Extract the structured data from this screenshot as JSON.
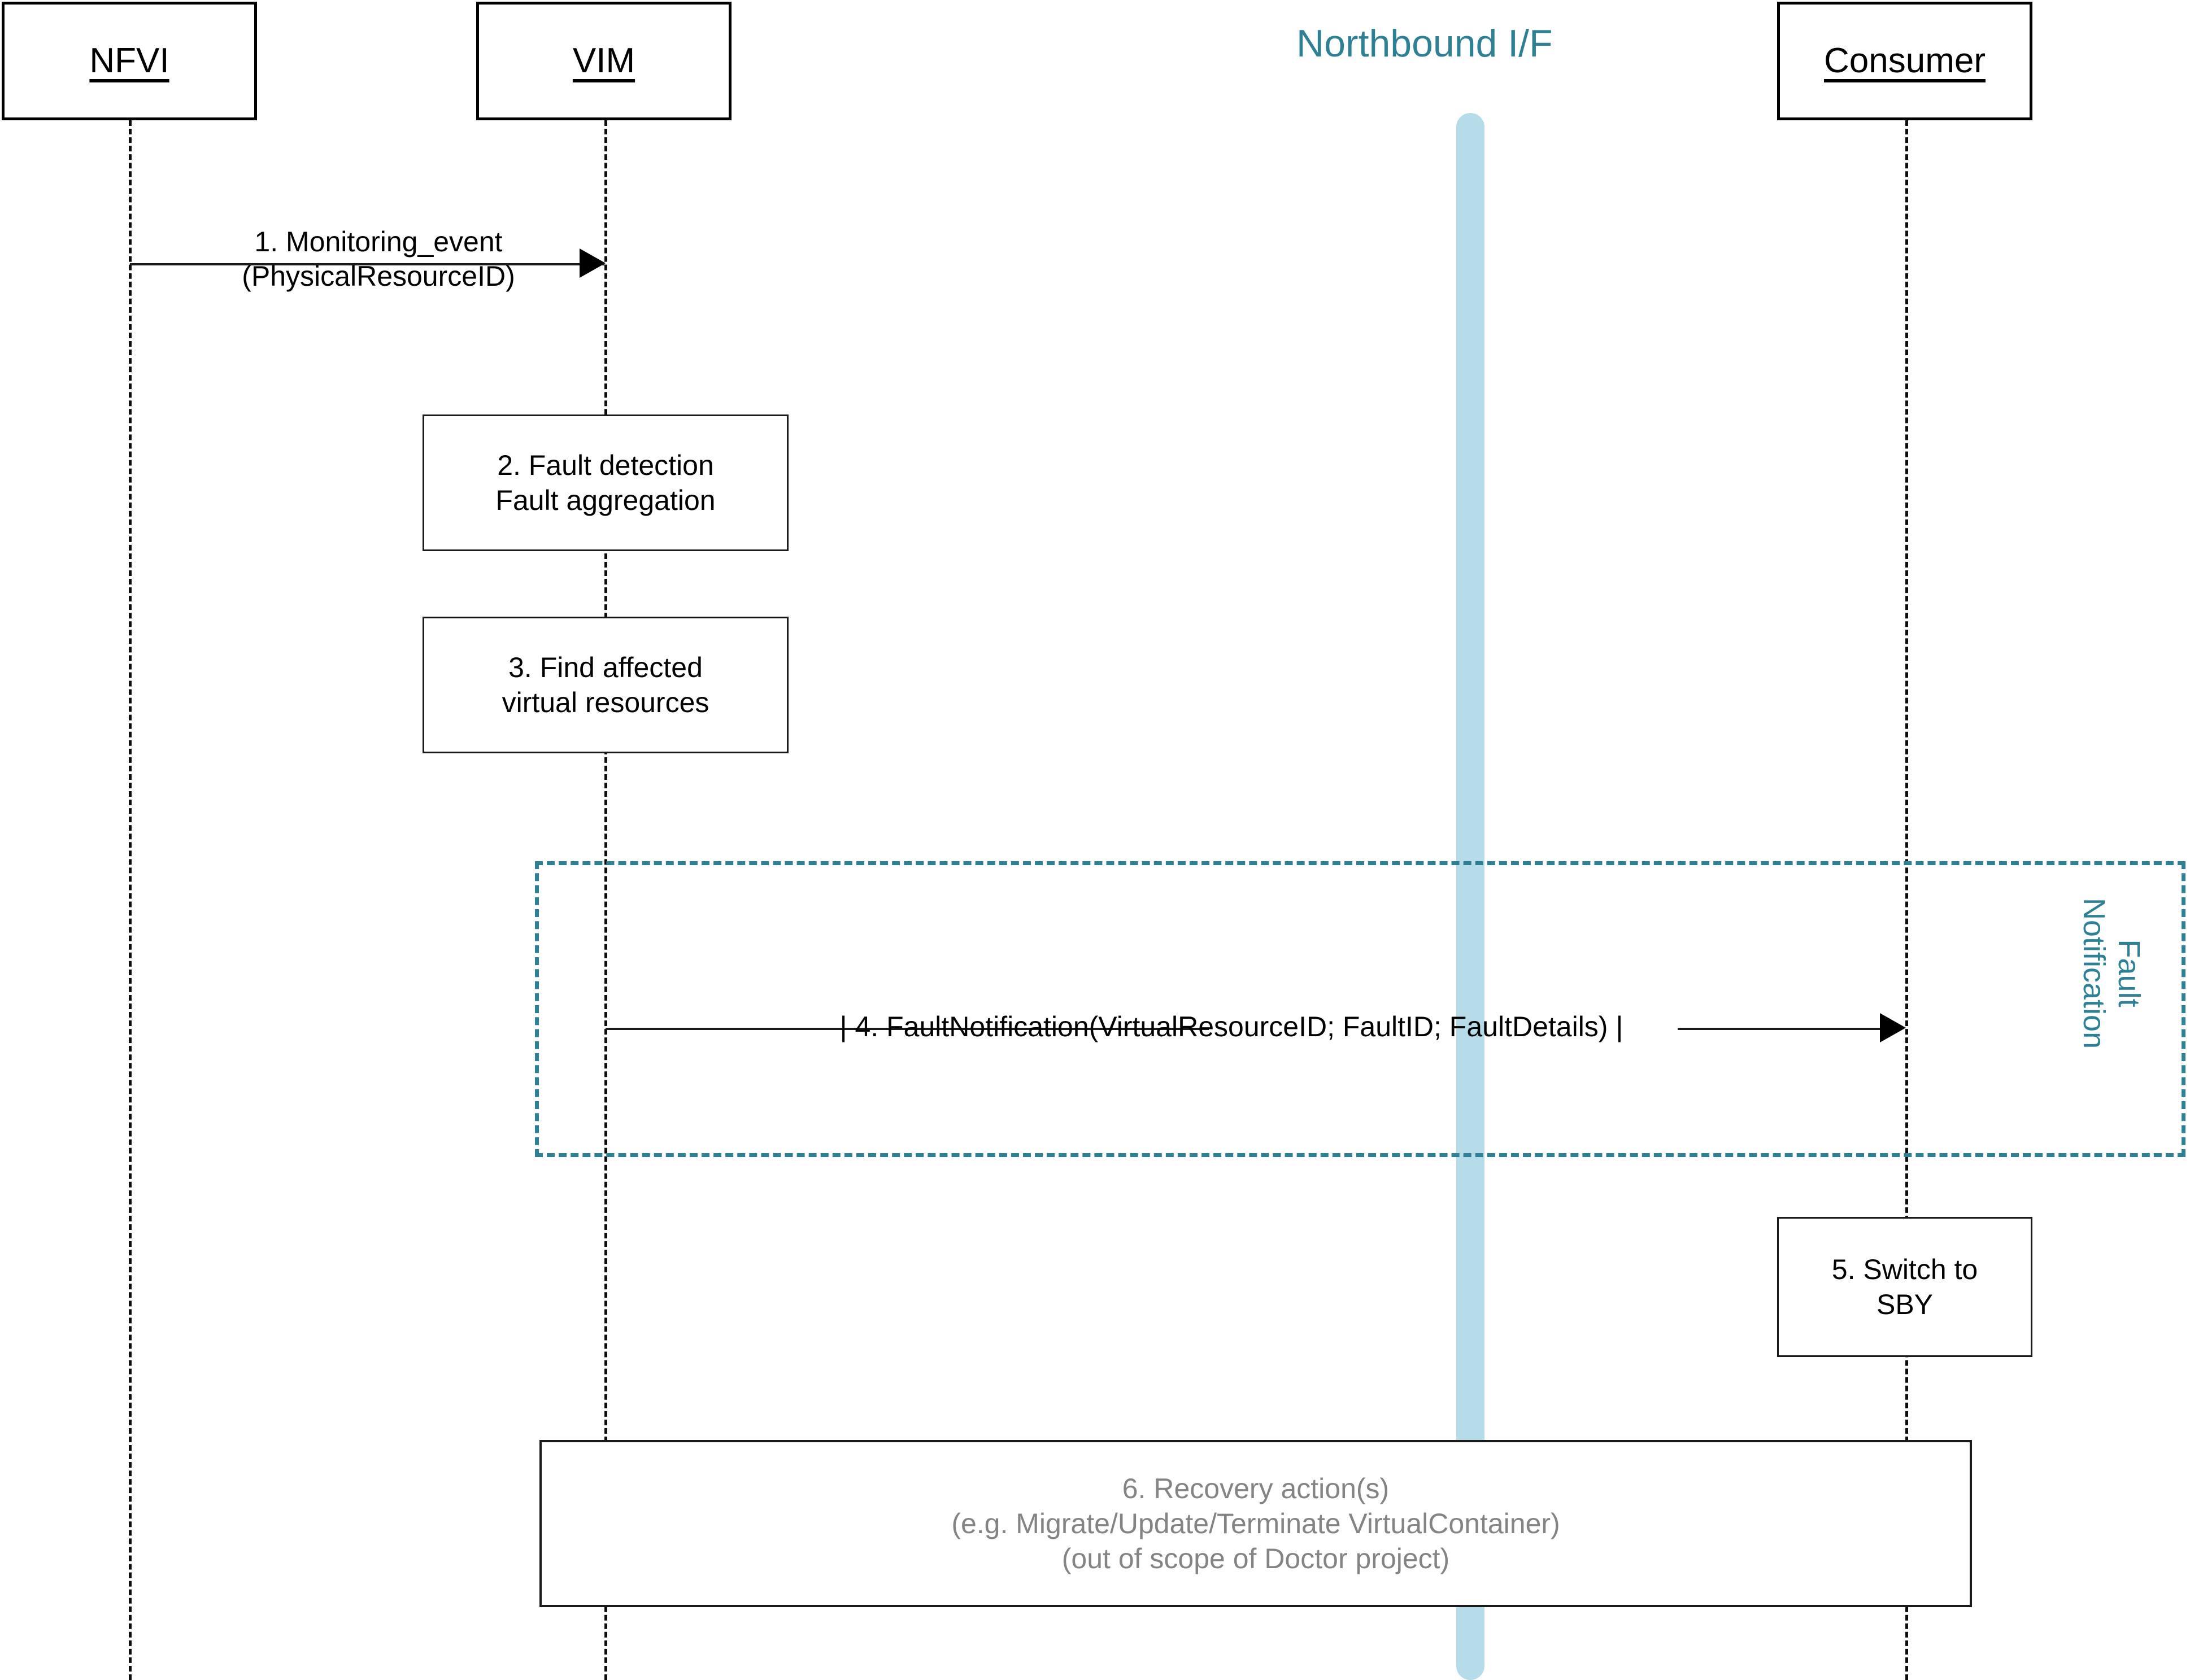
{
  "diagram": {
    "type": "uml-sequence-diagram",
    "title": "Doctor fault management sequence",
    "colors": {
      "teal_accent": "#2e8195",
      "northbound_bar": "#b5dce8",
      "stroke": "#000000",
      "muted_text": "#848484"
    }
  },
  "participants": [
    {
      "id": "nfvi",
      "label": "NFVI"
    },
    {
      "id": "vim",
      "label": "VIM"
    },
    {
      "id": "consumer",
      "label": "Consumer"
    }
  ],
  "interface": {
    "title": "Northbound I/F"
  },
  "messages": [
    {
      "id": "m1",
      "number": "1",
      "from": "nfvi",
      "to": "vim",
      "lines": [
        "1. Monitoring_event",
        "(PhysicalResourceID)"
      ]
    },
    {
      "id": "m4",
      "number": "4",
      "from": "vim",
      "to": "consumer",
      "lines": [
        "| 4. FaultNotification(VirtualResourceID; FaultID; FaultDetails) |"
      ]
    }
  ],
  "actions": [
    {
      "id": "a2",
      "number": "2",
      "on": "vim",
      "lines": [
        "2. Fault detection",
        "Fault aggregation"
      ]
    },
    {
      "id": "a3",
      "number": "3",
      "on": "vim",
      "lines": [
        "3. Find affected",
        "virtual resources"
      ]
    },
    {
      "id": "a5",
      "number": "5",
      "on": "consumer",
      "lines": [
        "5. Switch to",
        "SBY"
      ]
    },
    {
      "id": "a6",
      "number": "6",
      "on": "span",
      "muted": true,
      "lines": [
        "6. Recovery action(s)",
        "(e.g. Migrate/Update/Terminate VirtualContainer)",
        "(out of scope of Doctor project)"
      ]
    }
  ],
  "fragment": {
    "id": "f-fault-notification",
    "label_lines": [
      "Fault",
      "Notification"
    ]
  }
}
